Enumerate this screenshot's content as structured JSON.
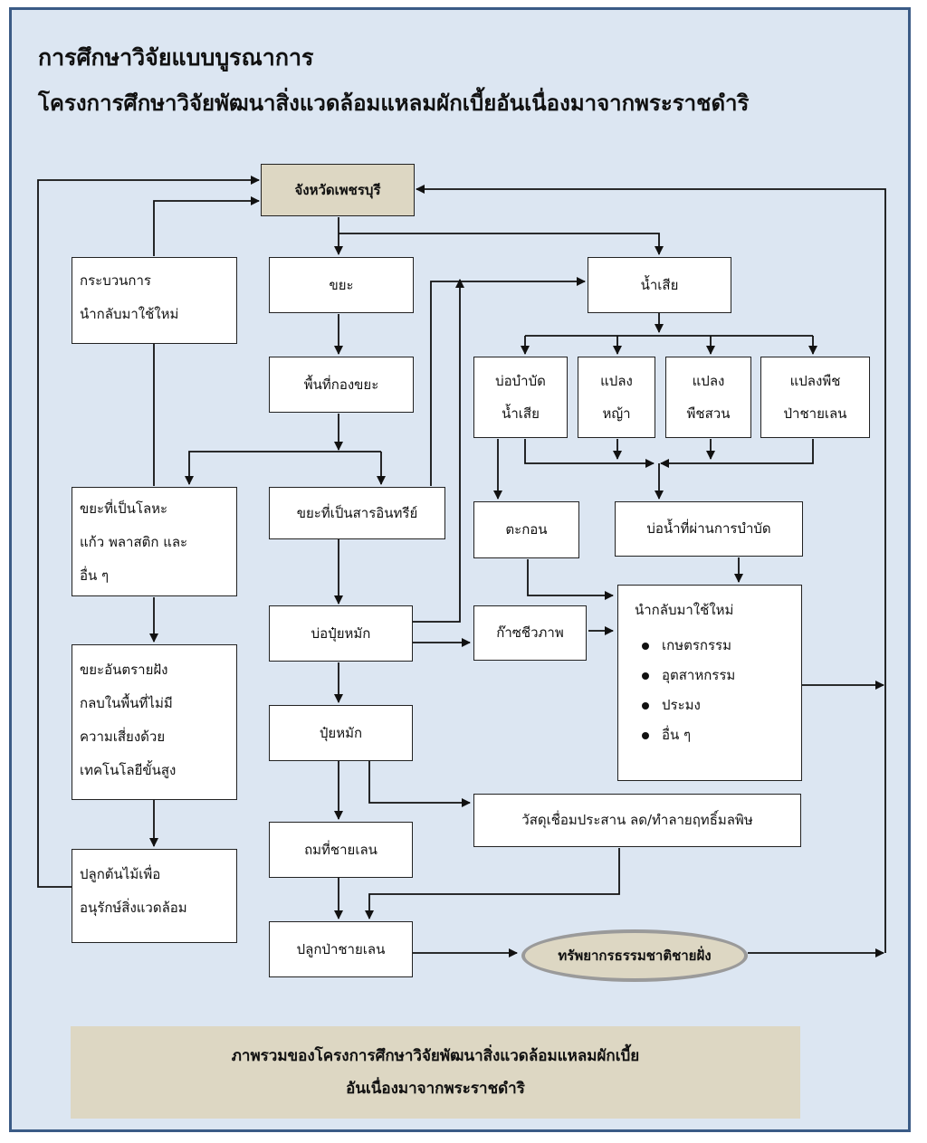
{
  "title": {
    "line1": "การศึกษาวิจัยแบบบูรณาการ",
    "line2": "โครงการศึกษาวิจัยพัฒนาสิ่งแวดล้อมแหลมผักเบี้ยอันเนื่องมาจากพระราชดำริ"
  },
  "nodes": {
    "province": "จังหวัดเพชรบุรี",
    "recycle_process": [
      "กระบวนการ",
      "นำกลับมาใช้ใหม่"
    ],
    "garbage": "ขยะ",
    "landfill_area": "พื้นที่กองขยะ",
    "wastewater": "น้ำเสีย",
    "treatment_pond": [
      "บ่อบำบัด",
      "น้ำเสีย"
    ],
    "grass_plot": [
      "แปลง",
      "หญ้า"
    ],
    "garden_plot": [
      "แปลง",
      "พืชสวน"
    ],
    "mangrove_plot": [
      "แปลงพืช",
      "ป่าชายเลน"
    ],
    "metal_glass": [
      "ขยะที่เป็นโลหะ",
      "แก้ว พลาสติก และ",
      "อื่น ๆ"
    ],
    "organic_waste": "ขยะที่เป็นสารอินทรีย์",
    "sediment": "ตะกอน",
    "treated_pond": "บ่อน้ำที่ผ่านการบำบัด",
    "compost_pit": "บ่อปุ๋ยหมัก",
    "biogas": "ก๊าซชีวภาพ",
    "reuse": {
      "title": "นำกลับมาใช้ใหม่",
      "items": [
        "เกษตรกรรม",
        "อุตสาหกรรม",
        "ประมง",
        "อื่น ๆ"
      ]
    },
    "hazardous": [
      "ขยะอันตรายฝัง",
      "กลบในพื้นที่ไม่มี",
      "ความเสี่ยงด้วย",
      "เทคโนโลยีขั้นสูง"
    ],
    "compost": "ปุ๋ยหมัก",
    "binder": "วัสดุเชื่อมประสาน ลด/ทำลายฤทธิ์มลพิษ",
    "mangrove_road": "ถมที่ชายเลน",
    "plant_trees": [
      "ปลูกต้นไม้เพื่อ",
      "อนุรักษ์สิ่งแวดล้อม"
    ],
    "plant_mangrove": "ปลูกป่าชายเลน",
    "coastal_resources": "ทรัพยากรธรรมชาติชายฝั่ง"
  },
  "caption": {
    "line1": "ภาพรวมของโครงการศึกษาวิจัยพัฒนาสิ่งแวดล้อมแหลมผักเบี้ย",
    "line2": "อันเนื่องมาจากพระราชดำริ"
  },
  "colors": {
    "background": "#dce6f2",
    "border": "#3b5b86",
    "highlight": "#ddd7c3",
    "line": "#111111"
  }
}
